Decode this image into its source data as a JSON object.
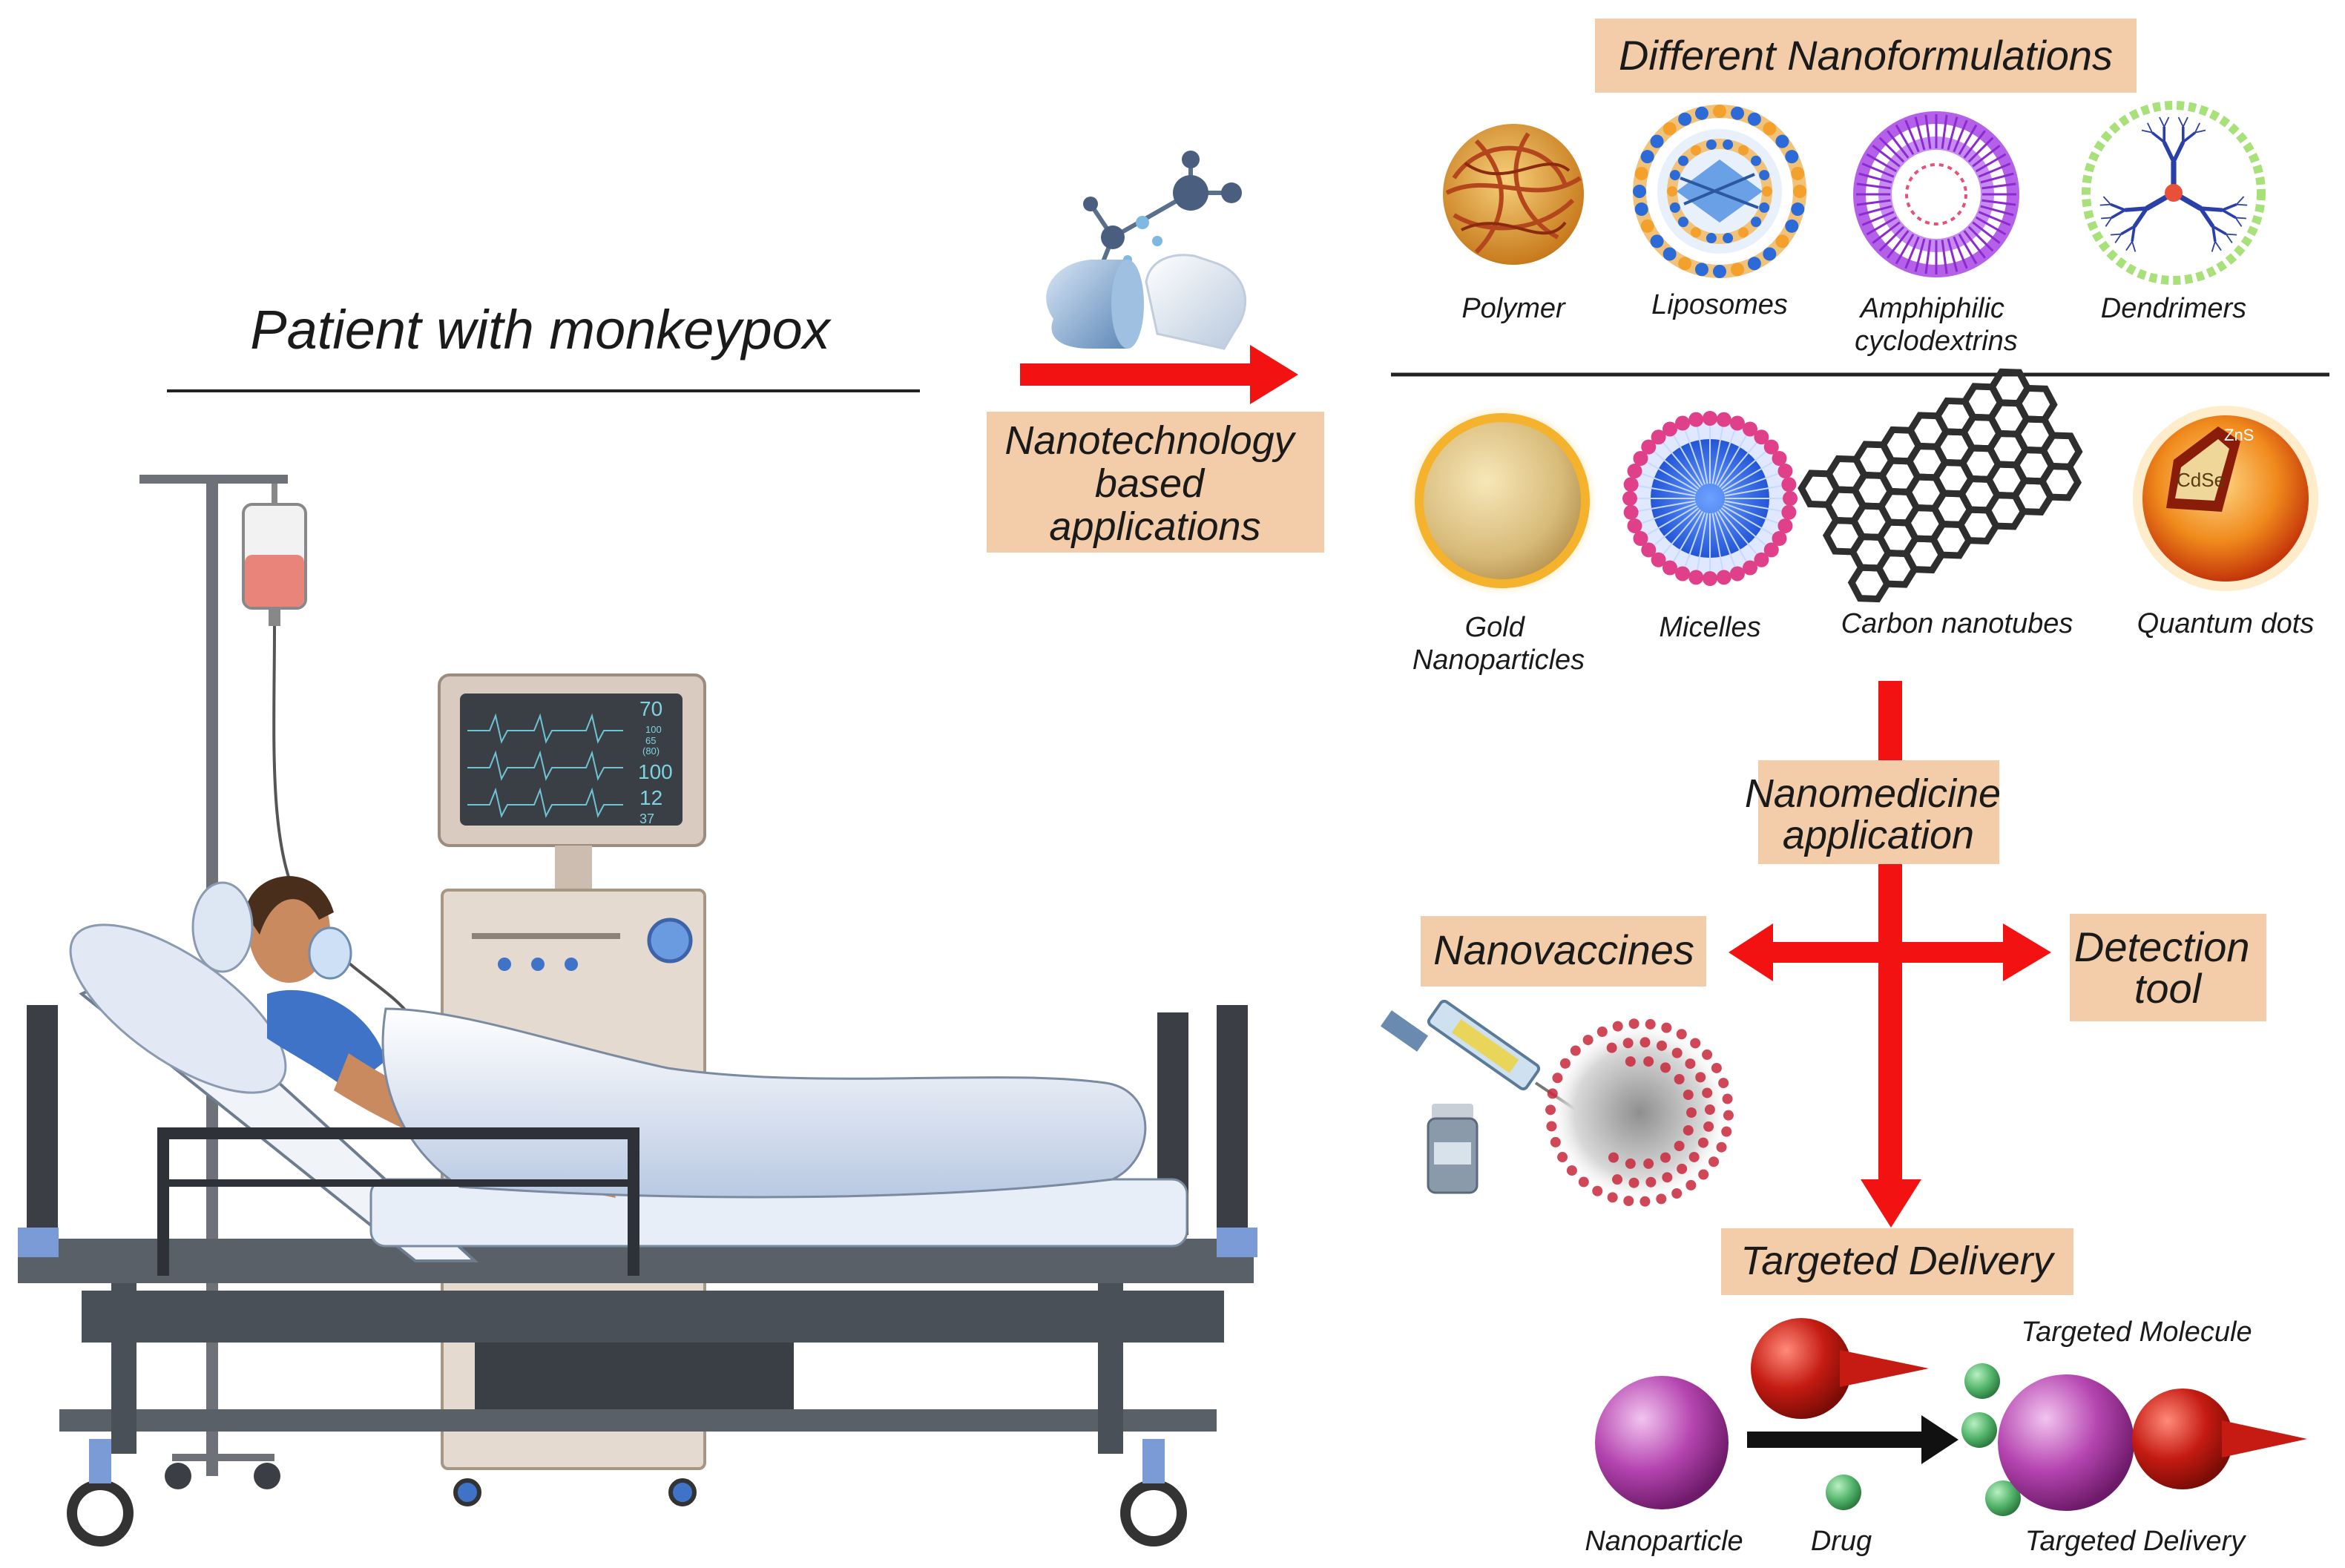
{
  "left_panel": {
    "title": "Patient with monkeypox",
    "monitor_readings": [
      "70",
      "100",
      "65",
      "(80)",
      "100",
      "12",
      "37"
    ]
  },
  "center": {
    "label_lines": [
      "Nanotechnology",
      "based",
      "applications"
    ]
  },
  "nanoformulations": {
    "header": "Different Nanoformulations",
    "row1": [
      {
        "id": "polymer",
        "lines": [
          "Polymer"
        ]
      },
      {
        "id": "liposomes",
        "lines": [
          "Liposomes"
        ]
      },
      {
        "id": "amphiphilic",
        "lines": [
          "Amphiphilic",
          "cyclodextrins"
        ]
      },
      {
        "id": "dendrimers",
        "lines": [
          "Dendrimers"
        ]
      }
    ],
    "row2": [
      {
        "id": "gold",
        "lines": [
          "Gold",
          "Nanoparticles"
        ]
      },
      {
        "id": "micelles",
        "lines": [
          "Micelles"
        ]
      },
      {
        "id": "carbon",
        "lines": [
          "Carbon nanotubes"
        ]
      },
      {
        "id": "quantum",
        "lines": [
          "Quantum dots"
        ]
      }
    ],
    "quantum_dot_shell": "ZnS",
    "quantum_dot_core": "CdSe"
  },
  "nanomedicine": {
    "label_lines": [
      "Nanomedicine",
      "application"
    ],
    "left_branch": "Nanovaccines",
    "right_branch_lines": [
      "Detection",
      "tool"
    ],
    "bottom_branch": "Targeted Delivery"
  },
  "targeted_delivery": {
    "nanoparticle": "Nanoparticle",
    "drug": "Drug",
    "targeted_molecule": "Targeted Molecule",
    "targeted_delivery": "Targeted Delivery"
  },
  "colors": {
    "arrow_red": "#f21212",
    "label_box": "#f3cda9",
    "bed_blue": "#3f73c8",
    "nanoparticle_purple": "#b545b0",
    "drug_green": "#52b36a",
    "molecule_red": "#c51b12"
  }
}
